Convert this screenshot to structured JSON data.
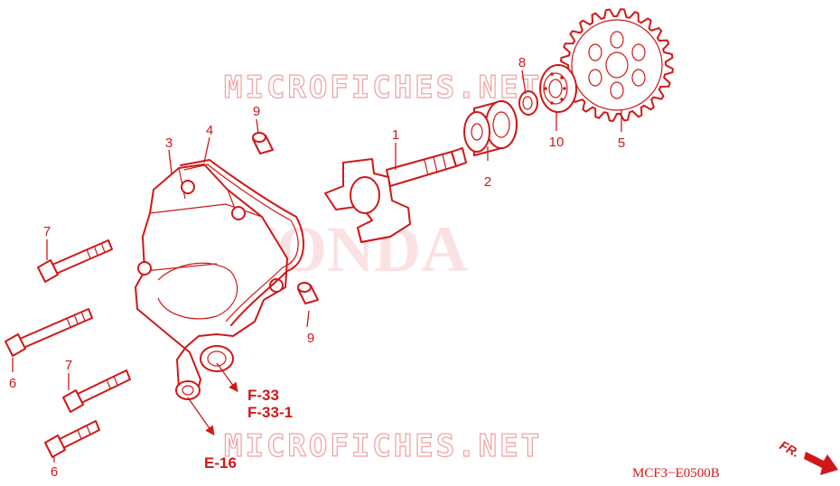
{
  "watermarks": {
    "top": "MICROFICHES.NET",
    "bottom": "MICROFICHES.NET",
    "brand": "HONDA"
  },
  "callouts": {
    "c1": "1",
    "c2": "2",
    "c3": "3",
    "c4": "4",
    "c5": "5",
    "c6a": "6",
    "c6b": "6",
    "c7a": "7",
    "c7b": "7",
    "c8": "8",
    "c9a": "9",
    "c9b": "9",
    "c10": "10"
  },
  "refs": {
    "f33": "F-33",
    "f331": "F-33-1",
    "e16": "E-16"
  },
  "diagram_code": "MCF3−E0500B",
  "direction": {
    "label": "FR."
  },
  "colors": {
    "line": "#d01818",
    "watermark": "#f0a0a0",
    "brand_tint": "#fbe2e2",
    "background": "#ffffff"
  }
}
